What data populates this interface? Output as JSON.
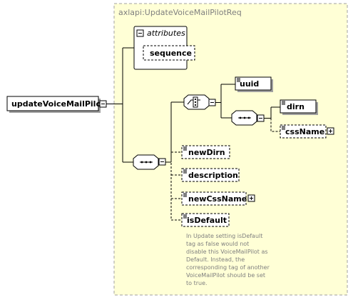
{
  "type_panel": {
    "title": "axlapi:UpdateVoiceMailPilotReq"
  },
  "root": {
    "label": "updateVoiceMailPilot"
  },
  "attributes": {
    "label": "attributes",
    "sequence_label": "sequence"
  },
  "elements": {
    "uuid": "uuid",
    "dirn": "dirn",
    "cssName": "cssName",
    "newDirn": "newDirn",
    "description": "description",
    "newCssName": "newCssName",
    "isDefault": "isDefault"
  },
  "annotation": {
    "lines": [
      "In Update setting isDefault",
      "tag as false would not",
      "disable this VoiceMailPilot as",
      "Default. Instead, the",
      "corresponding tag of another",
      "VoiceMailPilot should be set",
      "to true."
    ]
  },
  "colors": {
    "panel": "#ffffd6",
    "panel_border": "#a0a0a0",
    "shadow": "#a0a0a0",
    "doc_text": "#7f7f7f"
  }
}
